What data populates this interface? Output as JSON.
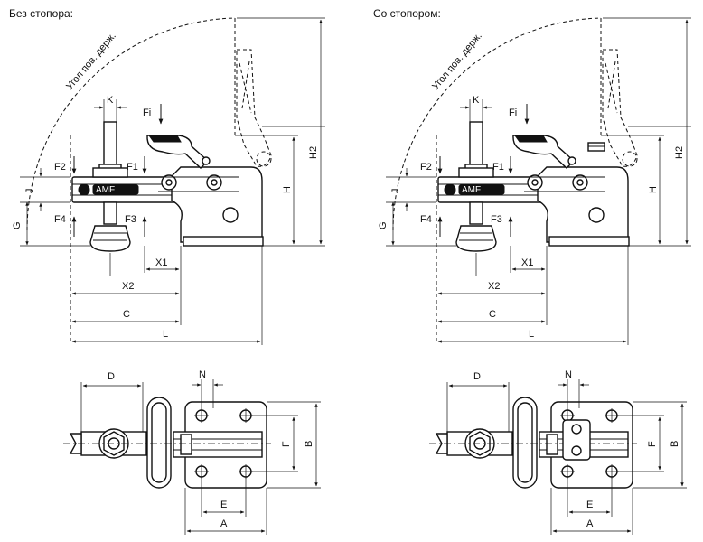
{
  "views": [
    {
      "title": "Без стопора:",
      "arc_label": "Угол пов. держ."
    },
    {
      "title": "Со стопором:",
      "arc_label": "Угол пов. держ."
    }
  ],
  "side_dims": {
    "K": "K",
    "Fi": "Fi",
    "F1": "F1",
    "F2": "F2",
    "F3": "F3",
    "F4": "F4",
    "J": "J",
    "G": "G",
    "H": "H",
    "H2": "H2",
    "X1": "X1",
    "X2": "X2",
    "C": "C",
    "L": "L"
  },
  "top_dims": {
    "D": "D",
    "N": "N",
    "E": "E",
    "A": "A",
    "F": "F",
    "B": "B"
  },
  "brand_mark": "AMF",
  "colors": {
    "line": "#111111",
    "background": "#ffffff"
  }
}
